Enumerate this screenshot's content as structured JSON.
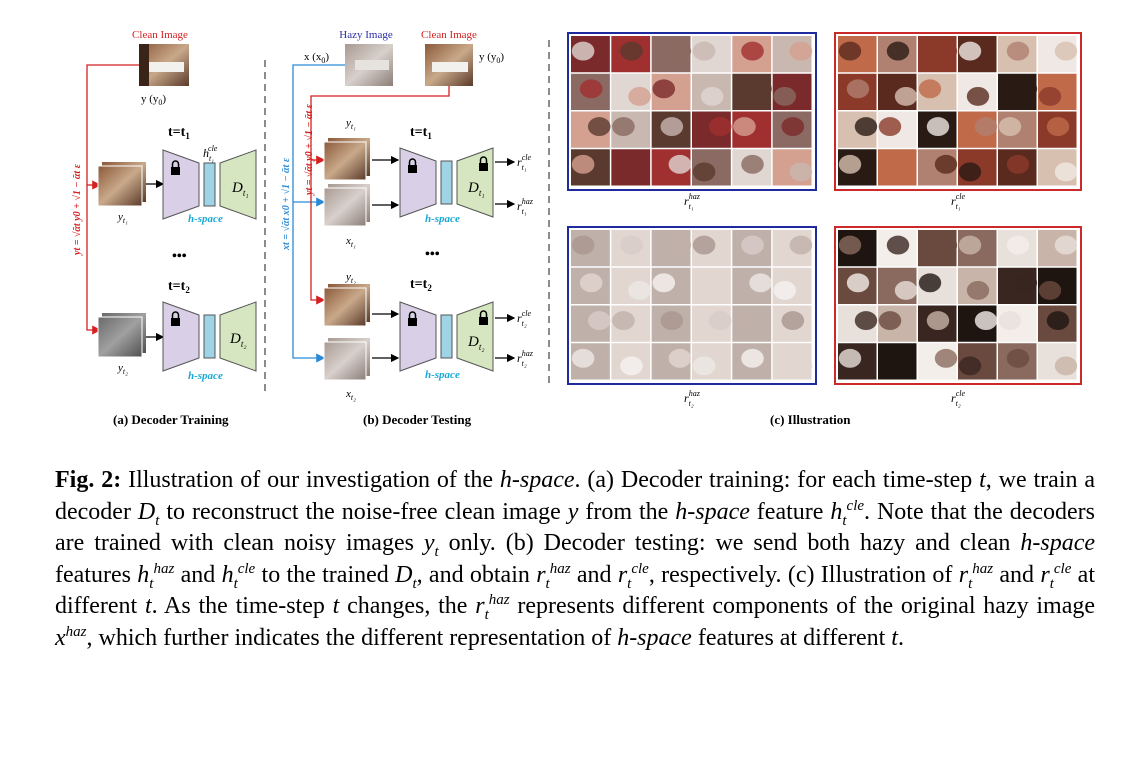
{
  "labels": {
    "clean_image": "Clean Image",
    "hazy_image": "Hazy Image",
    "y_y0": "y  (y",
    "y_y0_sub": "0",
    "x_x0": "x  (x",
    "x_x0_sub": "0",
    "t1": "t=t",
    "t1_sub": "1",
    "t2": "t=t",
    "t2_sub": "2",
    "h_space": "h-space",
    "ellipsis": "•••",
    "h_t1_cle": "h",
    "D": "D",
    "r": "r",
    "y": "y",
    "x": "x",
    "cle": "cle",
    "haz": "haz",
    "eq_train": "yt = √ᾱt y0 + √1 − ᾱt ε",
    "eq_test_y": "yt = √ᾱt y0 + √1 − ᾱt ε",
    "eq_test_x": "xt = √ᾱt x0 + √1 − ᾱt ε"
  },
  "panels": {
    "a": "(a) Decoder Training",
    "b": "(b) Decoder Testing",
    "c": "(c) Illustration"
  },
  "illustration_labels": {
    "r_t1_haz": "r",
    "r_t1_cle": "r",
    "r_t2_haz": "r",
    "r_t2_cle": "r"
  },
  "caption": {
    "fig_label": "Fig. 2:",
    "s1": " Illustration of our investigation of the ",
    "hspace": "h-space",
    "s2": ". (a) Decoder training: for each time-step ",
    "t": "t",
    "s3": ", we train a decoder ",
    "Dt": "D",
    "s4": " to reconstruct the noise-free clean image ",
    "y": "y",
    "s5": " from the ",
    "s6": " feature ",
    "h": "h",
    "s7": ". Note that the decoders are trained with clean noisy images ",
    "s8": " only. (b) Decoder testing: we send both hazy and clean ",
    "s9": " features ",
    "and": " and ",
    "s10": " to the trained ",
    "s11": ", and obtain ",
    "s12": ", respectively. (c) Illustration of ",
    "r": "r",
    "s13": " at different ",
    "s14": ". As the time-step ",
    "s15": " changes, the ",
    "s16": " represents different components of the original hazy image ",
    "xhaz": "x",
    "s17": ", which further indicates the different representation of ",
    "s18": " features at different ",
    "end": "."
  },
  "colors": {
    "red": "#d42020",
    "blue": "#2b8ad6",
    "cyan": "#19a8d6",
    "encoder": "#d9cfe6",
    "decoder": "#d6e6c0",
    "latent": "#9fd3e6",
    "border_blue": "#1f2a9e",
    "border_red": "#cc2a2a"
  }
}
